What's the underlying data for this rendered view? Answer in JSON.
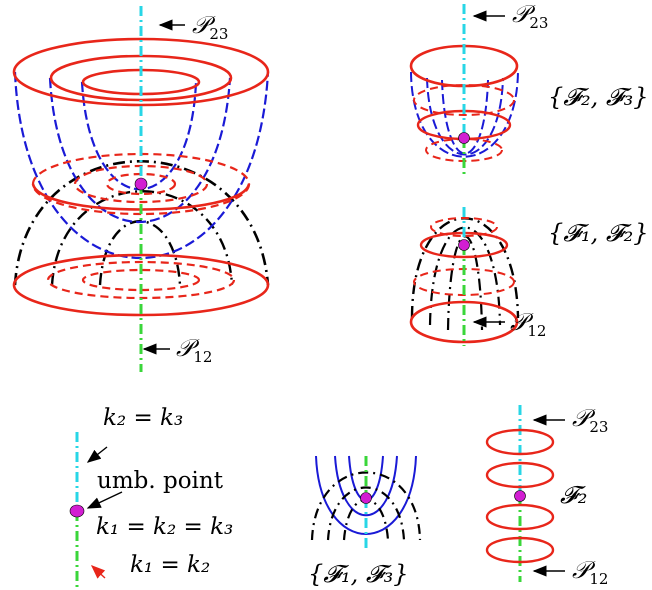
{
  "labels": {
    "p23_main": "𝒫",
    "p23_main_sub": "23",
    "p12_main": "𝒫",
    "p12_main_sub": "12",
    "p23_topright": "𝒫",
    "p23_topright_sub": "23",
    "p12_midright": "𝒫",
    "p12_midright_sub": "12",
    "fam_f2_f3": "{𝓕₂, 𝓕₃}",
    "fam_f1_f2": "{𝓕₁, 𝓕₂}",
    "fam_f1_f3": "{𝓕₁, 𝓕₃}",
    "f2_label": "𝓕₂",
    "p23_bottomright": "𝒫",
    "p23_bottomright_sub": "23",
    "p12_bottomright": "𝒫",
    "p12_bottomright_sub": "12",
    "k2_eq_k3": "k₂ = k₃",
    "umb_point": "umb. point",
    "k1_k2_k3": "k₁ = k₂ = k₃",
    "k1_eq_k2": "k₁ = k₂"
  },
  "colors": {
    "red_curve": "#e8261a",
    "blue_curve": "#1a1ad6",
    "black_curve": "#000000",
    "cyan_axis": "#28d6e6",
    "green_axis": "#3ad63a",
    "umbilic_point": "#d21ed2",
    "red_arrow": "#e8261a"
  }
}
